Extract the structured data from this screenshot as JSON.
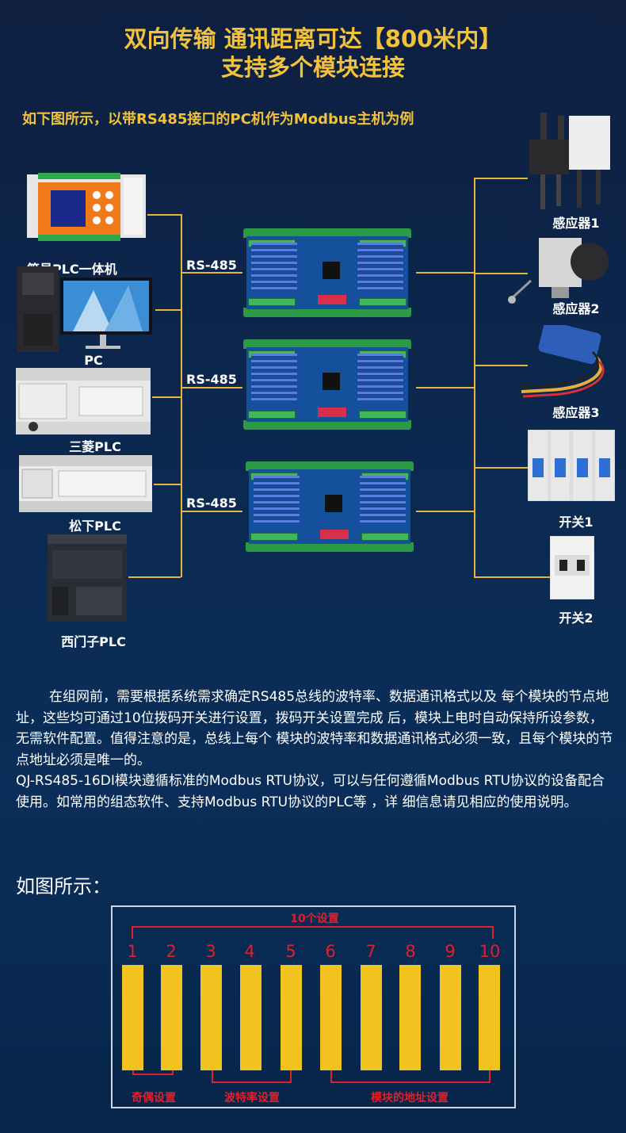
{
  "header": {
    "line1": "双向传输 通讯距离可达【800米内】",
    "line2": "支持多个模块连接"
  },
  "intro": "如下图所示，以带RS485接口的PC机作为Modbus主机为例",
  "left_devices": [
    {
      "label": "简易PLC一体机",
      "icon": "plc-hmi-unit-icon"
    },
    {
      "label": "PC",
      "icon": "desktop-pc-icon"
    },
    {
      "label": "三菱PLC",
      "icon": "mitsubishi-plc-icon"
    },
    {
      "label": "松下PLC",
      "icon": "panasonic-plc-icon"
    },
    {
      "label": "西门子PLC",
      "icon": "siemens-plc-icon"
    }
  ],
  "bus_labels": [
    "RS-485",
    "RS-485",
    "RS-485"
  ],
  "right_devices": [
    {
      "label": "感应器1",
      "icon": "sensor-probe-icon"
    },
    {
      "label": "感应器2",
      "icon": "sensor-encoder-icon"
    },
    {
      "label": "感应器3",
      "icon": "sensor-humidity-icon"
    },
    {
      "label": "开关1",
      "icon": "breaker-switch-icon"
    },
    {
      "label": "开关2",
      "icon": "breaker-switch-icon"
    }
  ],
  "body": {
    "p1": "在组网前，需要根据系统需求确定RS485总线的波特率、数据通讯格式以及 每个模块的节点地址，这些均可通过10位拨码开关进行设置，拨码开关设置完成 后，模块上电时自动保持所设参数，无需软件配置。值得注意的是，总线上每个 模块的波特率和数据通讯格式必须一致，且每个模块的节点地址必须是唯一的。",
    "p2": "QJ-RS485-16DI模块遵循标准的Modbus RTU协议，可以与任何遵循Modbus RTU协议的设备配合使用。如常用的组态软件、支持Modbus RTU协议的PLC等 ，详 细信息请见相应的使用说明。"
  },
  "figure": {
    "title": "如图所示：",
    "top_label": "10个设置",
    "switches": [
      "1",
      "2",
      "3",
      "4",
      "5",
      "6",
      "7",
      "8",
      "9",
      "10"
    ],
    "groups": [
      "奇偶设置",
      "波特率设置",
      "模块的地址设置"
    ],
    "colors": {
      "bar": "#f2c21f",
      "accent": "#e0202a"
    }
  }
}
